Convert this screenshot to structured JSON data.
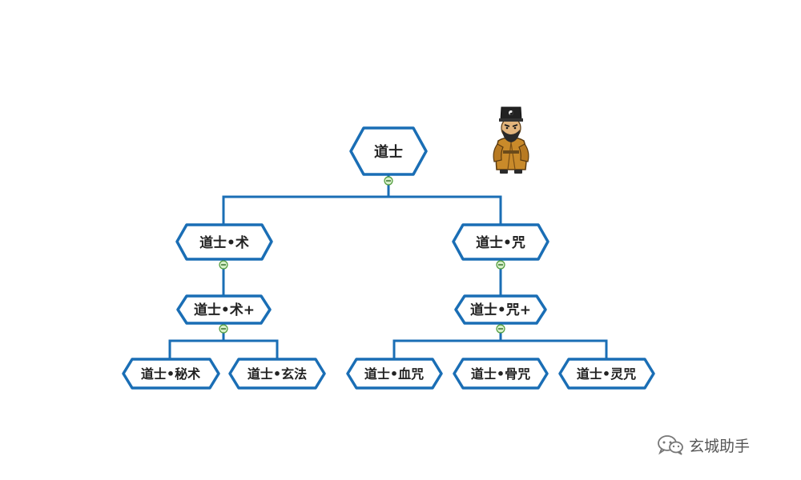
{
  "colors": {
    "node_stroke": "#1a6eb5",
    "connector": "#1a6eb5",
    "collapse_fill": "#d6f0c8",
    "collapse_stroke": "#4f9a3a"
  },
  "nodes": {
    "root": "道士",
    "shu": "道士•术",
    "zhou": "道士•咒",
    "shu_plus": "道士•术+",
    "zhou_plus": "道士•咒+",
    "mishu": "道士•秘术",
    "xuanfa": "道士•玄法",
    "xuezhou": "道士•血咒",
    "guzhou": "道士•骨咒",
    "lingzhou": "道士•灵咒"
  },
  "character_icon": "taoist-priest-icon",
  "watermark": {
    "icon": "wechat-icon",
    "text": "玄城助手"
  }
}
